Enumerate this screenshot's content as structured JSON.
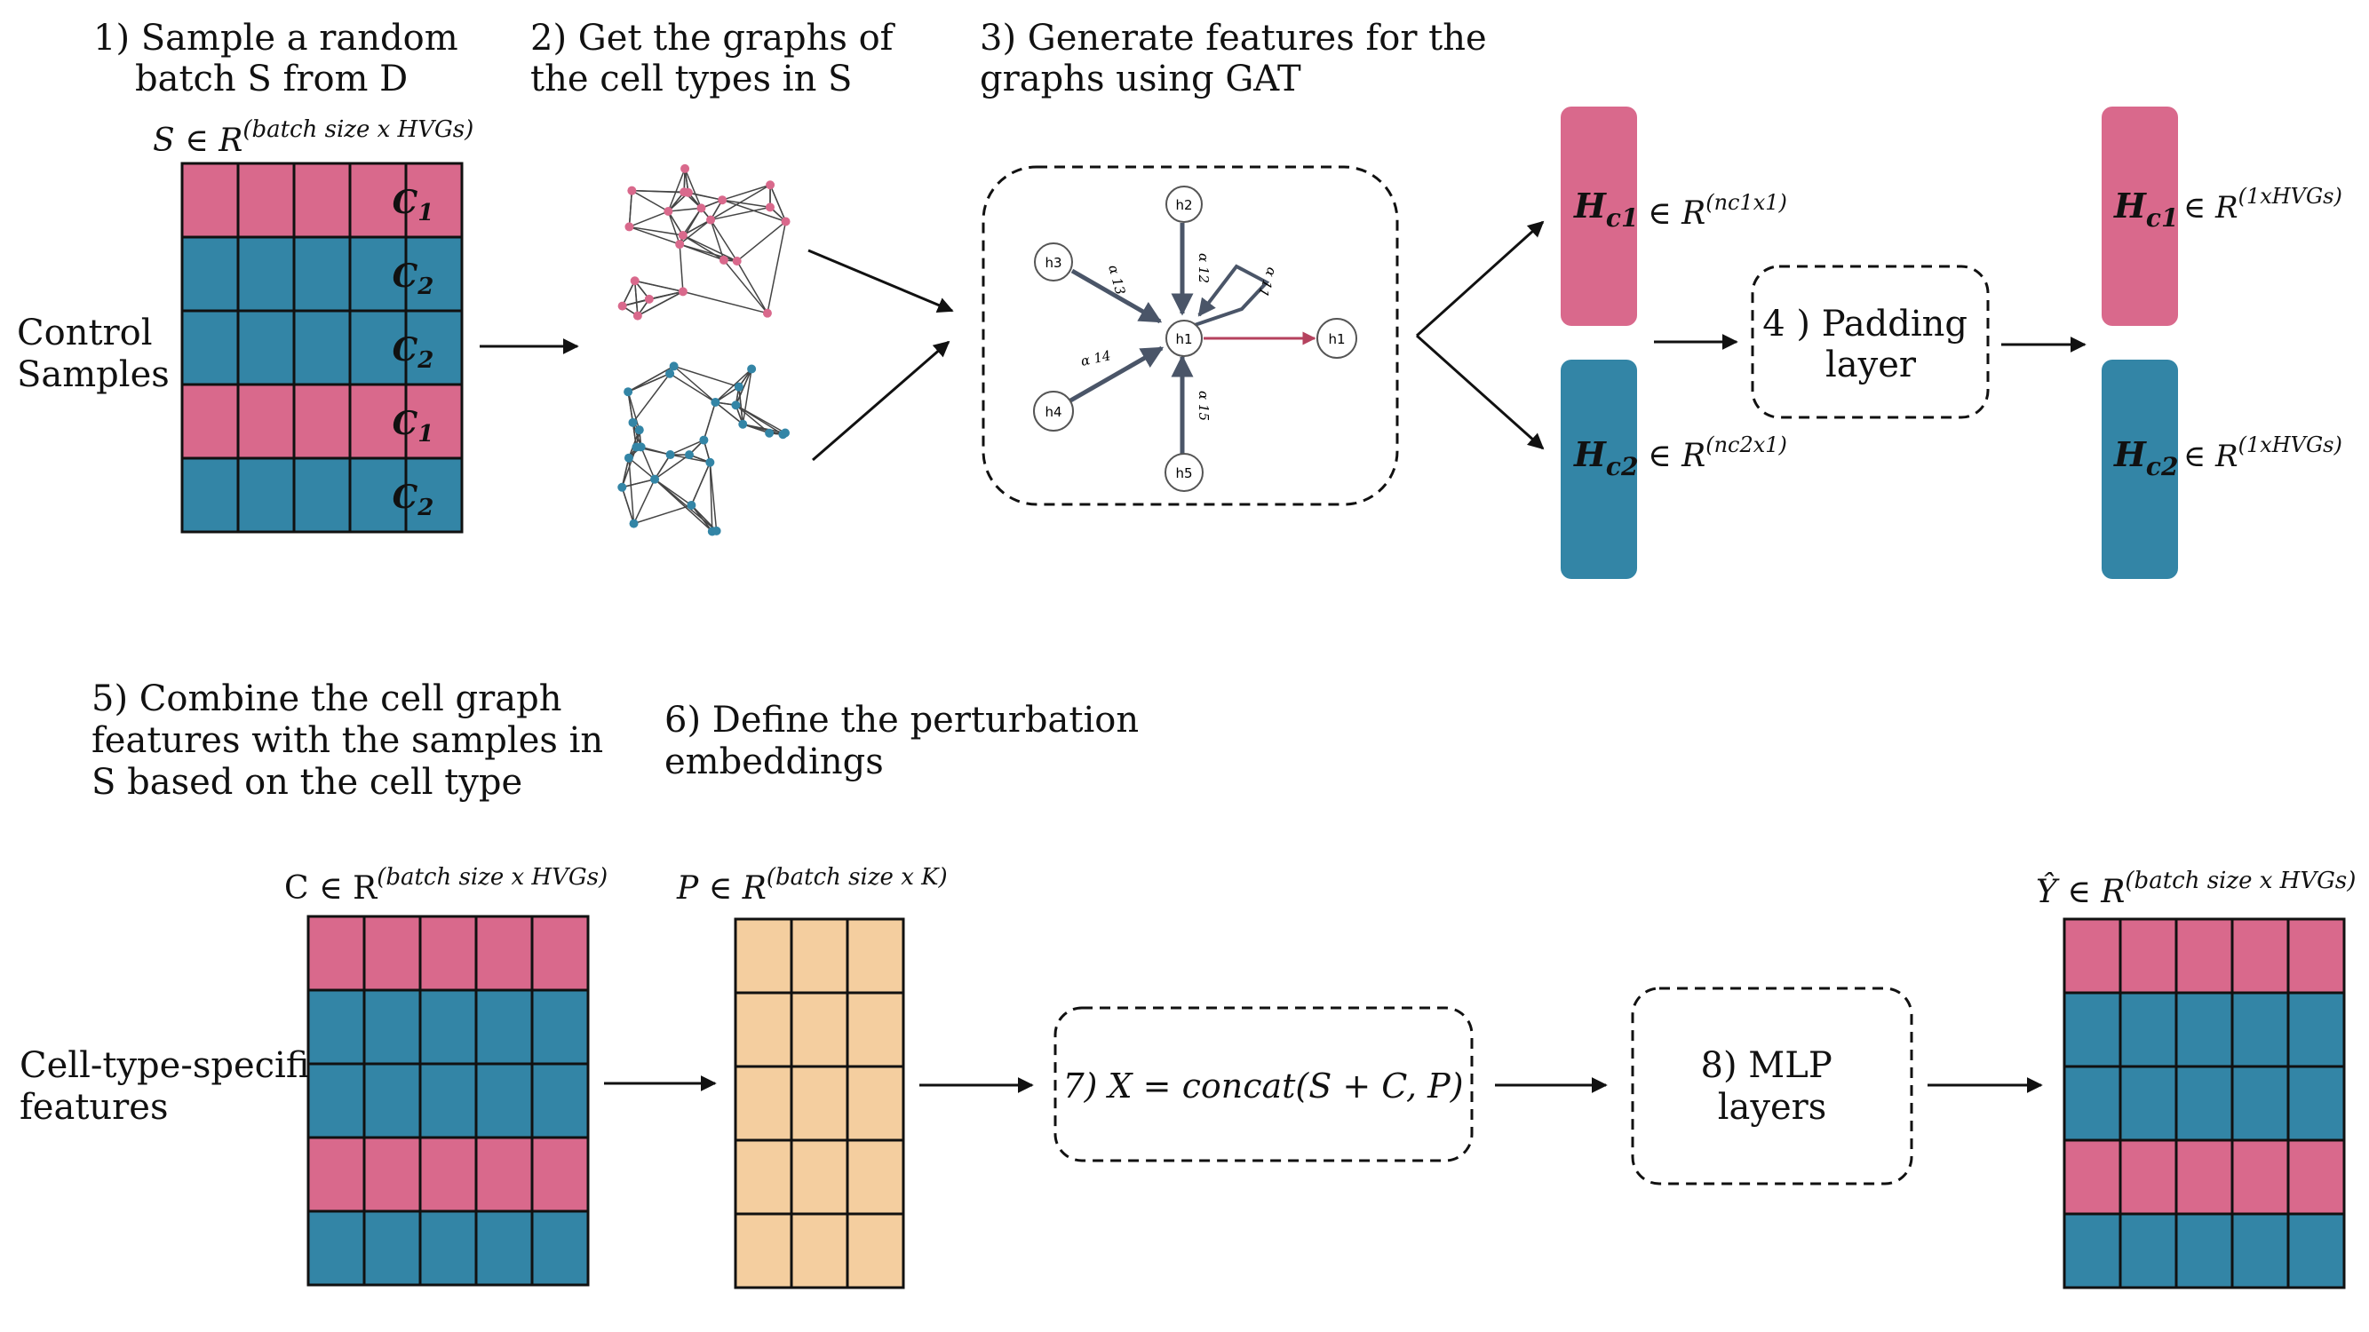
{
  "colors": {
    "pink": "#d9698c",
    "teal": "#3385a6",
    "peach": "#f4ce9f",
    "gat_edge": "#4a5568",
    "gat_out": "#b5425e"
  },
  "steps": {
    "s1": [
      "1)  Sample a random",
      "batch S from D"
    ],
    "s2": [
      "2) Get the graphs of",
      "the cell types in S"
    ],
    "s3": [
      "3) Generate features for the",
      "graphs using GAT"
    ],
    "s4": [
      "4 ) Padding",
      "layer"
    ],
    "s5": [
      "5) Combine the cell graph",
      "features with the samples in",
      "S based on the cell type"
    ],
    "s6": [
      "6) Define the perturbation",
      "embeddings"
    ],
    "s7": "7) X = concat(S + C, P)",
    "s8": [
      "8) MLP",
      "layers"
    ]
  },
  "side_labels": {
    "control": [
      "Control",
      "Samples"
    ],
    "celltype": [
      "Cell-type-specific",
      "features"
    ]
  },
  "matrices": {
    "S_label": "S ∈ R",
    "S_sup": "(batch size  x HVGs)",
    "S_rows": [
      "C1",
      "C2",
      "C2",
      "C1",
      "C2"
    ],
    "C_label": "C ∈ R",
    "C_sup": "(batch size  x HVGs)",
    "P_label": "P ∈ R",
    "P_sup": "(batch size x K)",
    "Y_label": "Ŷ ∈ R",
    "Y_sup": "(batch size  x HVGs)"
  },
  "row_types": [
    "pink",
    "teal",
    "teal",
    "pink",
    "teal"
  ],
  "features": {
    "Hc1": "H",
    "Hc1_sub": "c1",
    "Hc1_dim_pre": "∈ R",
    "Hc1_dim": "(nc1x1)",
    "Hc2": "H",
    "Hc2_sub": "c2",
    "Hc2_dim_pre": "∈ R",
    "Hc2_dim": "(nc2x1)",
    "Hc1_pad_dim": "(1xHVGs)",
    "Hc2_pad_dim": "(1xHVGs)"
  },
  "gat": {
    "nodes": [
      "h2",
      "h3",
      "h1",
      "h1",
      "h4",
      "h5"
    ],
    "edges": [
      "α 13",
      "α 12",
      "α 11",
      "α 14",
      "α 15"
    ]
  }
}
